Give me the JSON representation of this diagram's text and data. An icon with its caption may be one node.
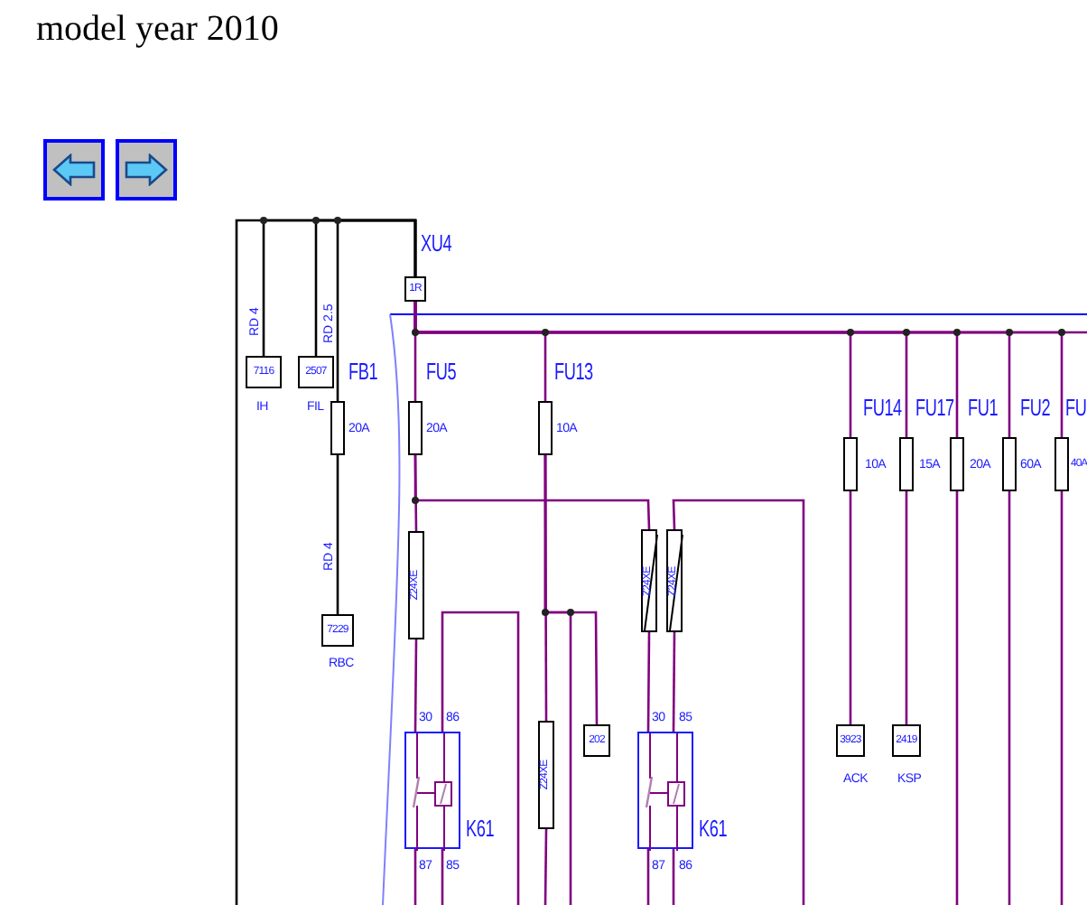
{
  "diagram": {
    "title": "model year 2010",
    "nodes": [
      {
        "text": [
          "7116"
        ],
        "beside": [
          "IH"
        ]
      },
      {
        "text": [
          "2507"
        ],
        "beside": [
          "FIL"
        ]
      },
      {
        "text": [],
        "shape": "box",
        "beside": [
          "FB1",
          "20A"
        ]
      },
      {
        "text": [
          "7229"
        ],
        "beside": [
          "RBC"
        ]
      },
      {
        "text": [
          "1R"
        ],
        "beside": [
          "XU4"
        ]
      },
      {
        "text": [],
        "shape": "box",
        "beside": [
          "FU5",
          "20A"
        ]
      },
      {
        "text": [],
        "shape": "box",
        "beside": [
          "FU13",
          "10A"
        ]
      },
      {
        "text": [],
        "shape": "box",
        "beside": [
          "FU14",
          "10A"
        ]
      },
      {
        "text": [],
        "shape": "box",
        "beside": [
          "FU17",
          "15A"
        ]
      },
      {
        "text": [],
        "shape": "box",
        "beside": [
          "FU1",
          "20A"
        ]
      },
      {
        "text": [],
        "shape": "box",
        "beside": [
          "FU2",
          "60A"
        ]
      },
      {
        "text": [],
        "shape": "box",
        "beside": [
          "FU",
          "40A"
        ]
      },
      {
        "text": [
          "Z24XE"
        ]
      },
      {
        "text": [
          "Z24XE"
        ]
      },
      {
        "text": [
          "Z24XE"
        ]
      },
      {
        "text": [],
        "shape": "box",
        "beside": [
          "K61",
          "30",
          "86",
          "87",
          "85"
        ]
      },
      {
        "text": [
          "Z24XE"
        ]
      },
      {
        "text": [
          "202"
        ]
      },
      {
        "text": [],
        "shape": "box",
        "beside": [
          "K61",
          "30",
          "85",
          "87",
          "86"
        ]
      },
      {
        "text": [
          "3923"
        ],
        "beside": [
          "ACK"
        ]
      },
      {
        "text": [
          "2419"
        ],
        "beside": [
          "KSP"
        ]
      }
    ],
    "edges": [
      {
        "from": 4,
        "to": 0,
        "arrow": "none",
        "color": "#000000"
      },
      {
        "from": 4,
        "to": 1,
        "arrow": "none",
        "color": "#000000"
      },
      {
        "from": 4,
        "to": 2,
        "arrow": "none",
        "color": "#000000"
      },
      {
        "from": 2,
        "to": 3,
        "arrow": "none",
        "color": "#000000"
      },
      {
        "from": 4,
        "to": null,
        "arrow": "none",
        "color": "#000000"
      },
      {
        "from": 4,
        "to": 5,
        "arrow": "none"
      },
      {
        "from": 4,
        "to": 6,
        "arrow": "none"
      },
      {
        "from": 4,
        "to": 7,
        "arrow": "none"
      },
      {
        "from": 4,
        "to": 8,
        "arrow": "none"
      },
      {
        "from": 4,
        "to": 9,
        "arrow": "none"
      },
      {
        "from": 4,
        "to": 10,
        "arrow": "none"
      },
      {
        "from": 4,
        "to": 11,
        "arrow": "none"
      },
      {
        "from": 4,
        "to": null,
        "arrow": "none"
      },
      {
        "from": 5,
        "to": 12,
        "arrow": "none"
      },
      {
        "from": 5,
        "to": 13,
        "arrow": "none"
      },
      {
        "from": 12,
        "to": 15,
        "arrow": "none"
      },
      {
        "from": 15,
        "to": null,
        "arrow": "none"
      },
      {
        "from": 15,
        "to": null,
        "arrow": "none"
      },
      {
        "from": 15,
        "to": null,
        "arrow": "none"
      },
      {
        "from": 6,
        "to": 16,
        "arrow": "none"
      },
      {
        "from": 6,
        "to": 17,
        "arrow": "none"
      },
      {
        "from": 6,
        "to": null,
        "arrow": "none"
      },
      {
        "from": 16,
        "to": null,
        "arrow": "none"
      },
      {
        "from": 13,
        "to": 18,
        "arrow": "none"
      },
      {
        "from": 14,
        "to": 18,
        "arrow": "none"
      },
      {
        "from": 14,
        "to": null,
        "arrow": "none"
      },
      {
        "from": 18,
        "to": null,
        "arrow": "none"
      },
      {
        "from": 18,
        "to": null,
        "arrow": "none"
      },
      {
        "from": 7,
        "to": 19,
        "arrow": "none"
      },
      {
        "from": 8,
        "to": 20,
        "arrow": "none"
      },
      {
        "from": 9,
        "to": null,
        "arrow": "none"
      },
      {
        "from": 10,
        "to": null,
        "arrow": "none"
      },
      {
        "from": 11,
        "to": null,
        "arrow": "none"
      }
    ],
    "labels": [
      "RD 4",
      "RD 2.5",
      "RD 4"
    ]
  }
}
